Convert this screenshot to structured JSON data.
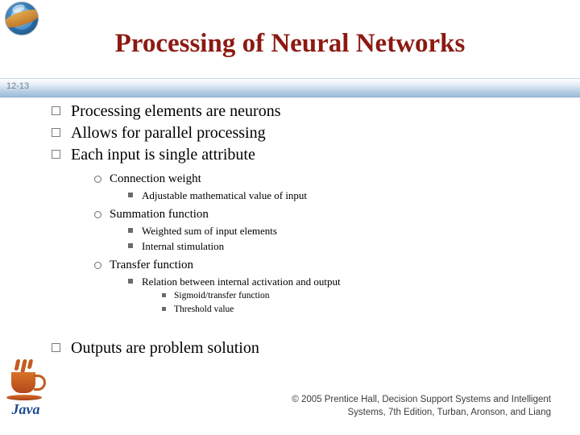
{
  "slide": {
    "title": "Processing of Neural Networks",
    "page_number": "12-13",
    "logo_alt": "globe-logo",
    "java_logo_text": "Java"
  },
  "bullets": {
    "level1": [
      "Processing elements are neurons",
      "Allows for parallel processing",
      "Each input is single attribute"
    ],
    "sub": [
      {
        "label": "Connection weight",
        "children": [
          {
            "label": "Adjustable mathematical value of input",
            "children": []
          }
        ]
      },
      {
        "label": "Summation function",
        "children": [
          {
            "label": "Weighted sum of input elements",
            "children": []
          },
          {
            "label": "Internal stimulation",
            "children": []
          }
        ]
      },
      {
        "label": "Transfer function",
        "children": [
          {
            "label": "Relation between internal activation and output",
            "children": [
              {
                "label": "Sigmoid/transfer function"
              },
              {
                "label": "Threshold value"
              }
            ]
          }
        ]
      }
    ],
    "final": "Outputs are problem solution"
  },
  "footer": {
    "line1": "© 2005  Prentice Hall, Decision Support Systems and Intelligent",
    "line2": "Systems, 7th Edition, Turban, Aronson, and Liang"
  },
  "colors": {
    "title": "#8c1a12",
    "banner_top": "#ffffff",
    "banner_bottom": "#9dbdd8",
    "java_blue": "#1d4b8f",
    "java_orange": "#c25b20"
  }
}
